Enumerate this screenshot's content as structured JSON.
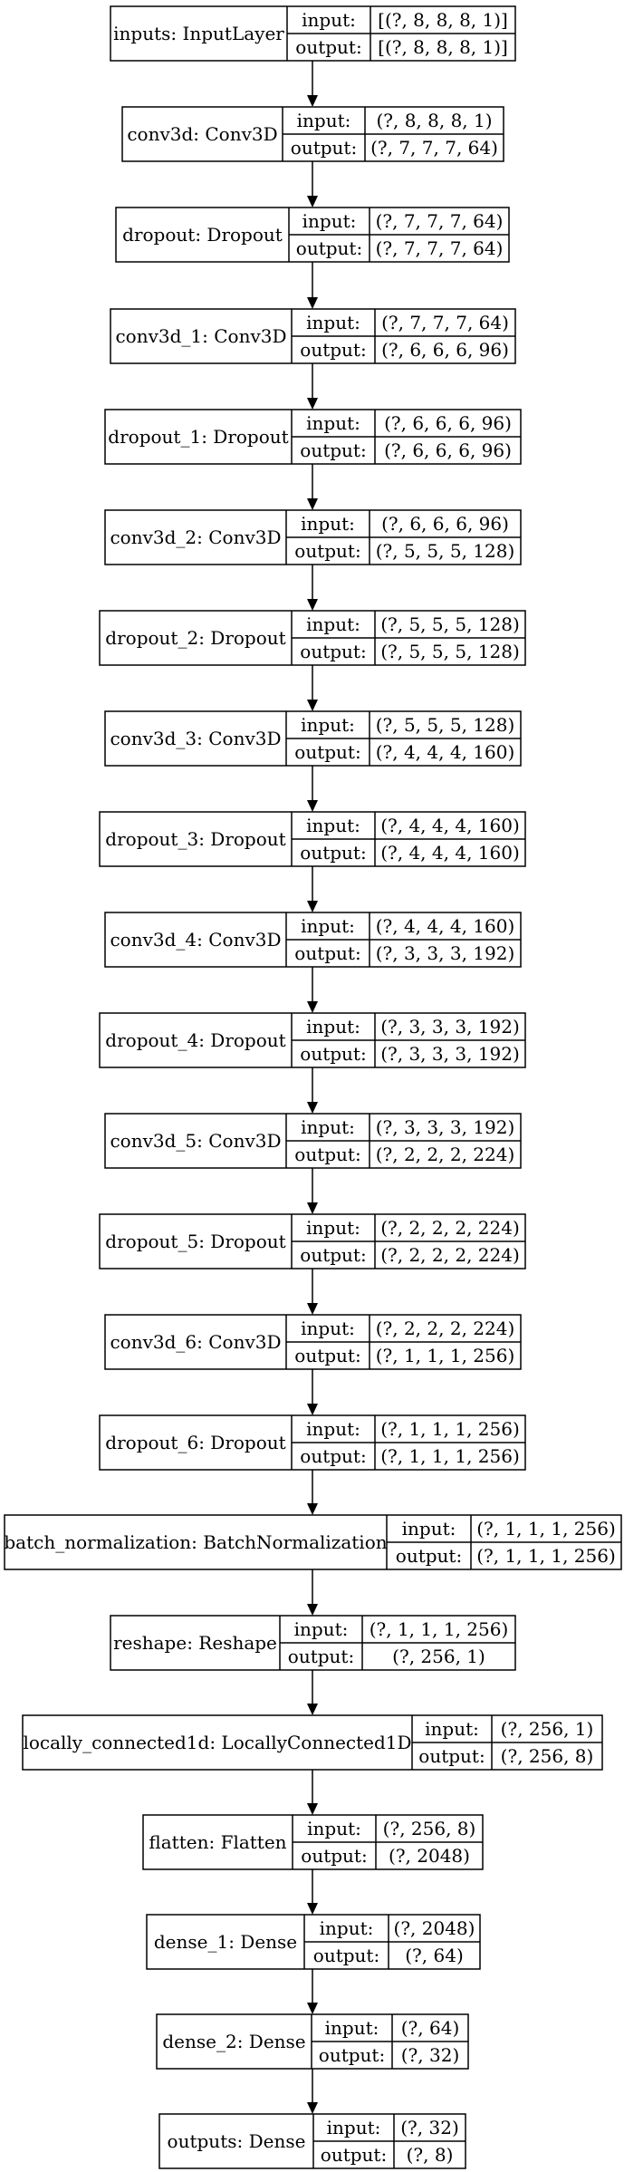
{
  "diagram": {
    "port_labels": {
      "input": "input:",
      "output": "output:"
    },
    "layers": [
      {
        "name": "inputs: InputLayer",
        "input": "[(?, 8, 8, 8, 1)]",
        "output": "[(?, 8, 8, 8, 1)]"
      },
      {
        "name": "conv3d: Conv3D",
        "input": "(?, 8, 8, 8, 1)",
        "output": "(?, 7, 7, 7, 64)"
      },
      {
        "name": "dropout: Dropout",
        "input": "(?, 7, 7, 7, 64)",
        "output": "(?, 7, 7, 7, 64)"
      },
      {
        "name": "conv3d_1: Conv3D",
        "input": "(?, 7, 7, 7, 64)",
        "output": "(?, 6, 6, 6, 96)"
      },
      {
        "name": "dropout_1: Dropout",
        "input": "(?, 6, 6, 6, 96)",
        "output": "(?, 6, 6, 6, 96)"
      },
      {
        "name": "conv3d_2: Conv3D",
        "input": "(?, 6, 6, 6, 96)",
        "output": "(?, 5, 5, 5, 128)"
      },
      {
        "name": "dropout_2: Dropout",
        "input": "(?, 5, 5, 5, 128)",
        "output": "(?, 5, 5, 5, 128)"
      },
      {
        "name": "conv3d_3: Conv3D",
        "input": "(?, 5, 5, 5, 128)",
        "output": "(?, 4, 4, 4, 160)"
      },
      {
        "name": "dropout_3: Dropout",
        "input": "(?, 4, 4, 4, 160)",
        "output": "(?, 4, 4, 4, 160)"
      },
      {
        "name": "conv3d_4: Conv3D",
        "input": "(?, 4, 4, 4, 160)",
        "output": "(?, 3, 3, 3, 192)"
      },
      {
        "name": "dropout_4: Dropout",
        "input": "(?, 3, 3, 3, 192)",
        "output": "(?, 3, 3, 3, 192)"
      },
      {
        "name": "conv3d_5: Conv3D",
        "input": "(?, 3, 3, 3, 192)",
        "output": "(?, 2, 2, 2, 224)"
      },
      {
        "name": "dropout_5: Dropout",
        "input": "(?, 2, 2, 2, 224)",
        "output": "(?, 2, 2, 2, 224)"
      },
      {
        "name": "conv3d_6: Conv3D",
        "input": "(?, 2, 2, 2, 224)",
        "output": "(?, 1, 1, 1, 256)"
      },
      {
        "name": "dropout_6: Dropout",
        "input": "(?, 1, 1, 1, 256)",
        "output": "(?, 1, 1, 1, 256)"
      },
      {
        "name": "batch_normalization: BatchNormalization",
        "input": "(?, 1, 1, 1, 256)",
        "output": "(?, 1, 1, 1, 256)"
      },
      {
        "name": "reshape: Reshape",
        "input": "(?, 1, 1, 1, 256)",
        "output": "(?, 256, 1)"
      },
      {
        "name": "locally_connected1d: LocallyConnected1D",
        "input": "(?, 256, 1)",
        "output": "(?, 256, 8)"
      },
      {
        "name": "flatten: Flatten",
        "input": "(?, 256, 8)",
        "output": "(?, 2048)"
      },
      {
        "name": "dense_1: Dense",
        "input": "(?, 2048)",
        "output": "(?, 64)"
      },
      {
        "name": "dense_2: Dense",
        "input": "(?, 64)",
        "output": "(?, 32)"
      },
      {
        "name": "outputs: Dense",
        "input": "(?, 32)",
        "output": "(?, 8)"
      }
    ]
  }
}
